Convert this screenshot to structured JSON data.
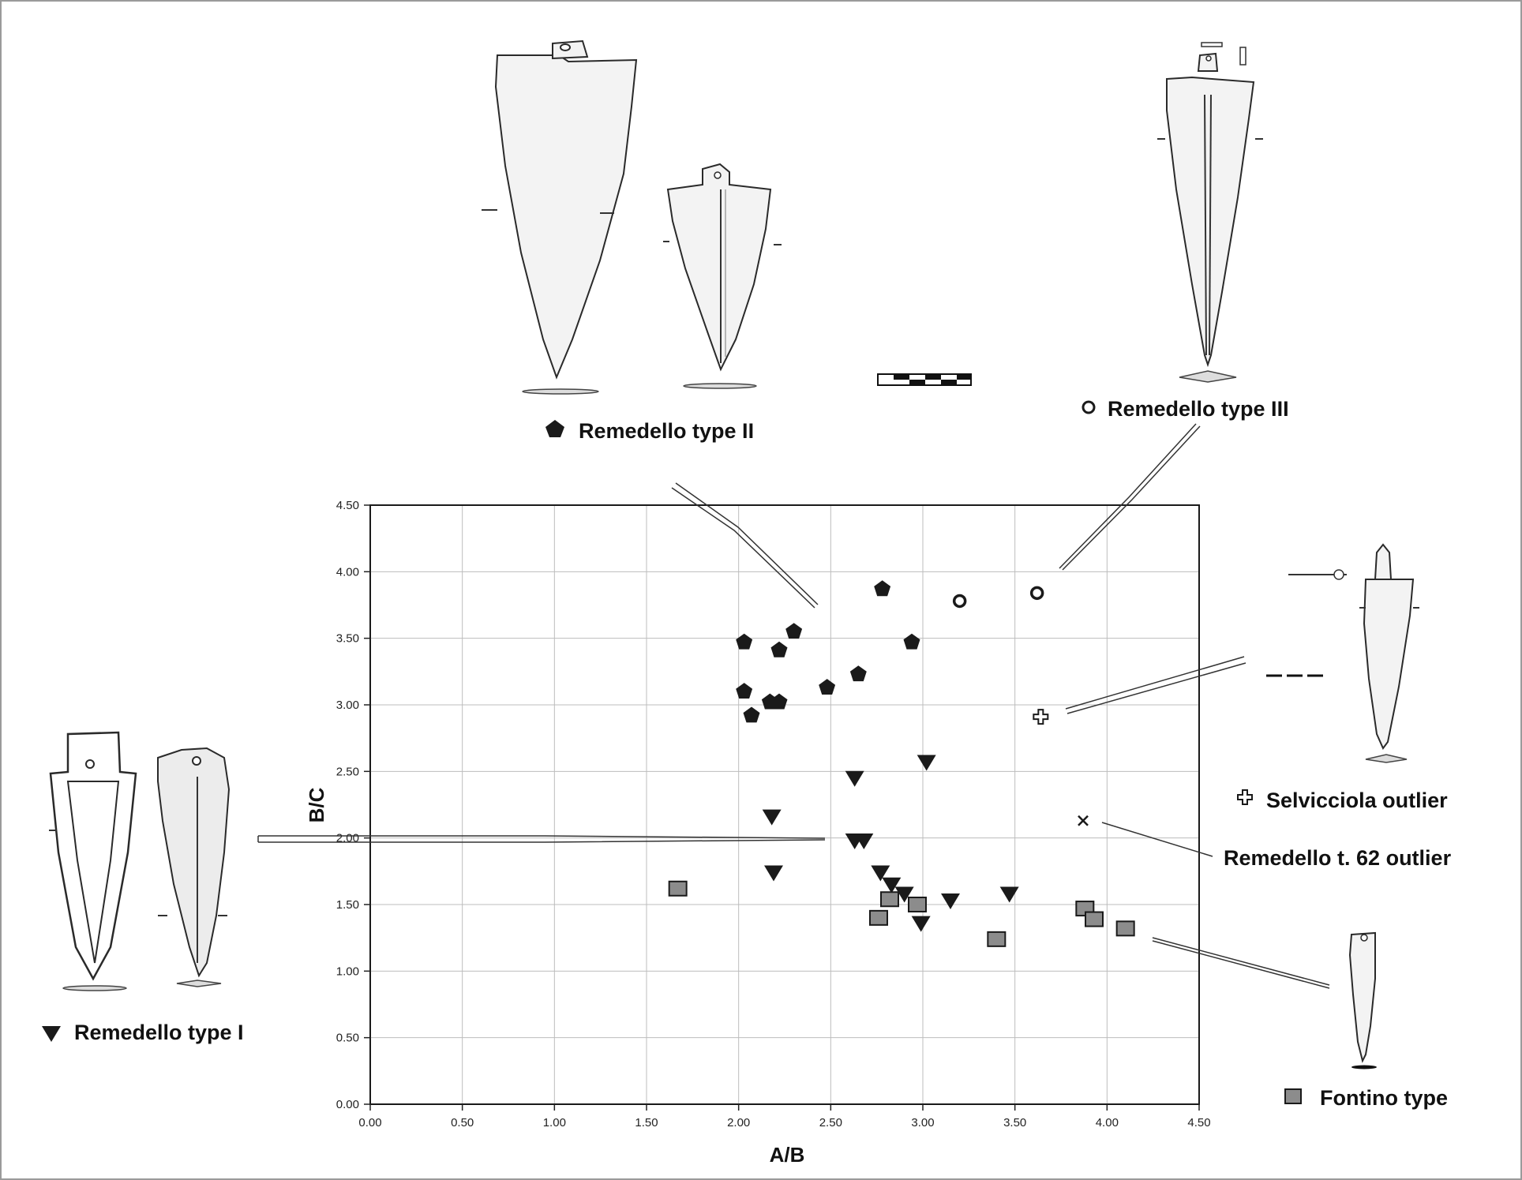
{
  "chart_data": {
    "type": "scatter",
    "title": "",
    "xlabel": "A/B",
    "ylabel": "B/C",
    "xlim": [
      0,
      4.5
    ],
    "ylim": [
      0,
      4.5
    ],
    "x_ticks": [
      "0.00",
      "0.50",
      "1.00",
      "1.50",
      "2.00",
      "2.50",
      "3.00",
      "3.50",
      "4.00",
      "4.50"
    ],
    "y_ticks": [
      "0.00",
      "0.50",
      "1.00",
      "1.50",
      "2.00",
      "2.50",
      "3.00",
      "3.50",
      "4.00",
      "4.50"
    ],
    "grid": true,
    "series": [
      {
        "name": "Remedello type II",
        "marker": "pentagon",
        "color": "#1a1a1a",
        "points": [
          [
            2.03,
            3.47
          ],
          [
            2.03,
            3.1
          ],
          [
            2.07,
            2.92
          ],
          [
            2.17,
            3.02
          ],
          [
            2.22,
            3.02
          ],
          [
            2.22,
            3.41
          ],
          [
            2.3,
            3.55
          ],
          [
            2.48,
            3.13
          ],
          [
            2.65,
            3.23
          ],
          [
            2.78,
            3.87
          ],
          [
            2.94,
            3.47
          ]
        ]
      },
      {
        "name": "Remedello type III",
        "marker": "circle",
        "color": "#1a1a1a",
        "points": [
          [
            3.2,
            3.78
          ],
          [
            3.62,
            3.84
          ]
        ]
      },
      {
        "name": "Remedello type I",
        "marker": "triangle-down",
        "color": "#1a1a1a",
        "points": [
          [
            2.18,
            2.16
          ],
          [
            2.19,
            1.74
          ],
          [
            2.63,
            2.45
          ],
          [
            2.63,
            1.98
          ],
          [
            2.68,
            1.98
          ],
          [
            2.77,
            1.74
          ],
          [
            2.83,
            1.65
          ],
          [
            2.9,
            1.58
          ],
          [
            2.99,
            1.36
          ],
          [
            3.02,
            2.57
          ],
          [
            3.15,
            1.53
          ],
          [
            3.47,
            1.58
          ]
        ]
      },
      {
        "name": "Fontino type",
        "marker": "square",
        "color": "#8c8c8c",
        "points": [
          [
            1.67,
            1.62
          ],
          [
            2.76,
            1.4
          ],
          [
            2.82,
            1.54
          ],
          [
            2.97,
            1.5
          ],
          [
            3.4,
            1.24
          ],
          [
            3.88,
            1.47
          ],
          [
            3.93,
            1.39
          ],
          [
            4.1,
            1.32
          ]
        ]
      },
      {
        "name": "Selvicciola outlier",
        "marker": "plus",
        "color": "#1a1a1a",
        "points": [
          [
            3.64,
            2.91
          ]
        ]
      },
      {
        "name": "Remedello t. 62 outlier",
        "marker": "x",
        "color": "#1a1a1a",
        "points": [
          [
            3.87,
            2.13
          ]
        ]
      }
    ]
  },
  "legend": {
    "type_ii": "Remedello type II",
    "type_iii": "Remedello type III",
    "type_i": "Remedello type I",
    "fontino": "Fontino type",
    "selvicciola": "Selvicciola outlier",
    "t62": "Remedello t. 62 outlier"
  },
  "colors": {
    "marker_dark": "#1a1a1a",
    "marker_grey": "#8c8c8c",
    "grid": "#bdbdbd",
    "axis": "#222222",
    "drawing_fill": "#f2f2f2"
  }
}
